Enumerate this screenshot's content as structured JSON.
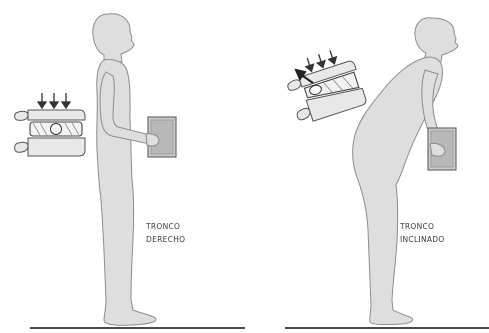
{
  "labels": {
    "upright": {
      "line1": "TRONCO",
      "line2": "DERECHO"
    },
    "bent": {
      "line1": "TRONCO",
      "line2": "INCLINADO"
    }
  },
  "colors": {
    "skin": "#dedede",
    "outline": "#8c8c8c",
    "box": "#c9c9c9",
    "box_dark": "#7a7a7a",
    "ground": "#4a4a4a",
    "arrow": "#333333",
    "disc": "#f2f2f2"
  },
  "icons": [
    "downward-force-arrow-icon",
    "disc-displacement-arrow-icon",
    "vertebra-icon",
    "box-icon"
  ]
}
